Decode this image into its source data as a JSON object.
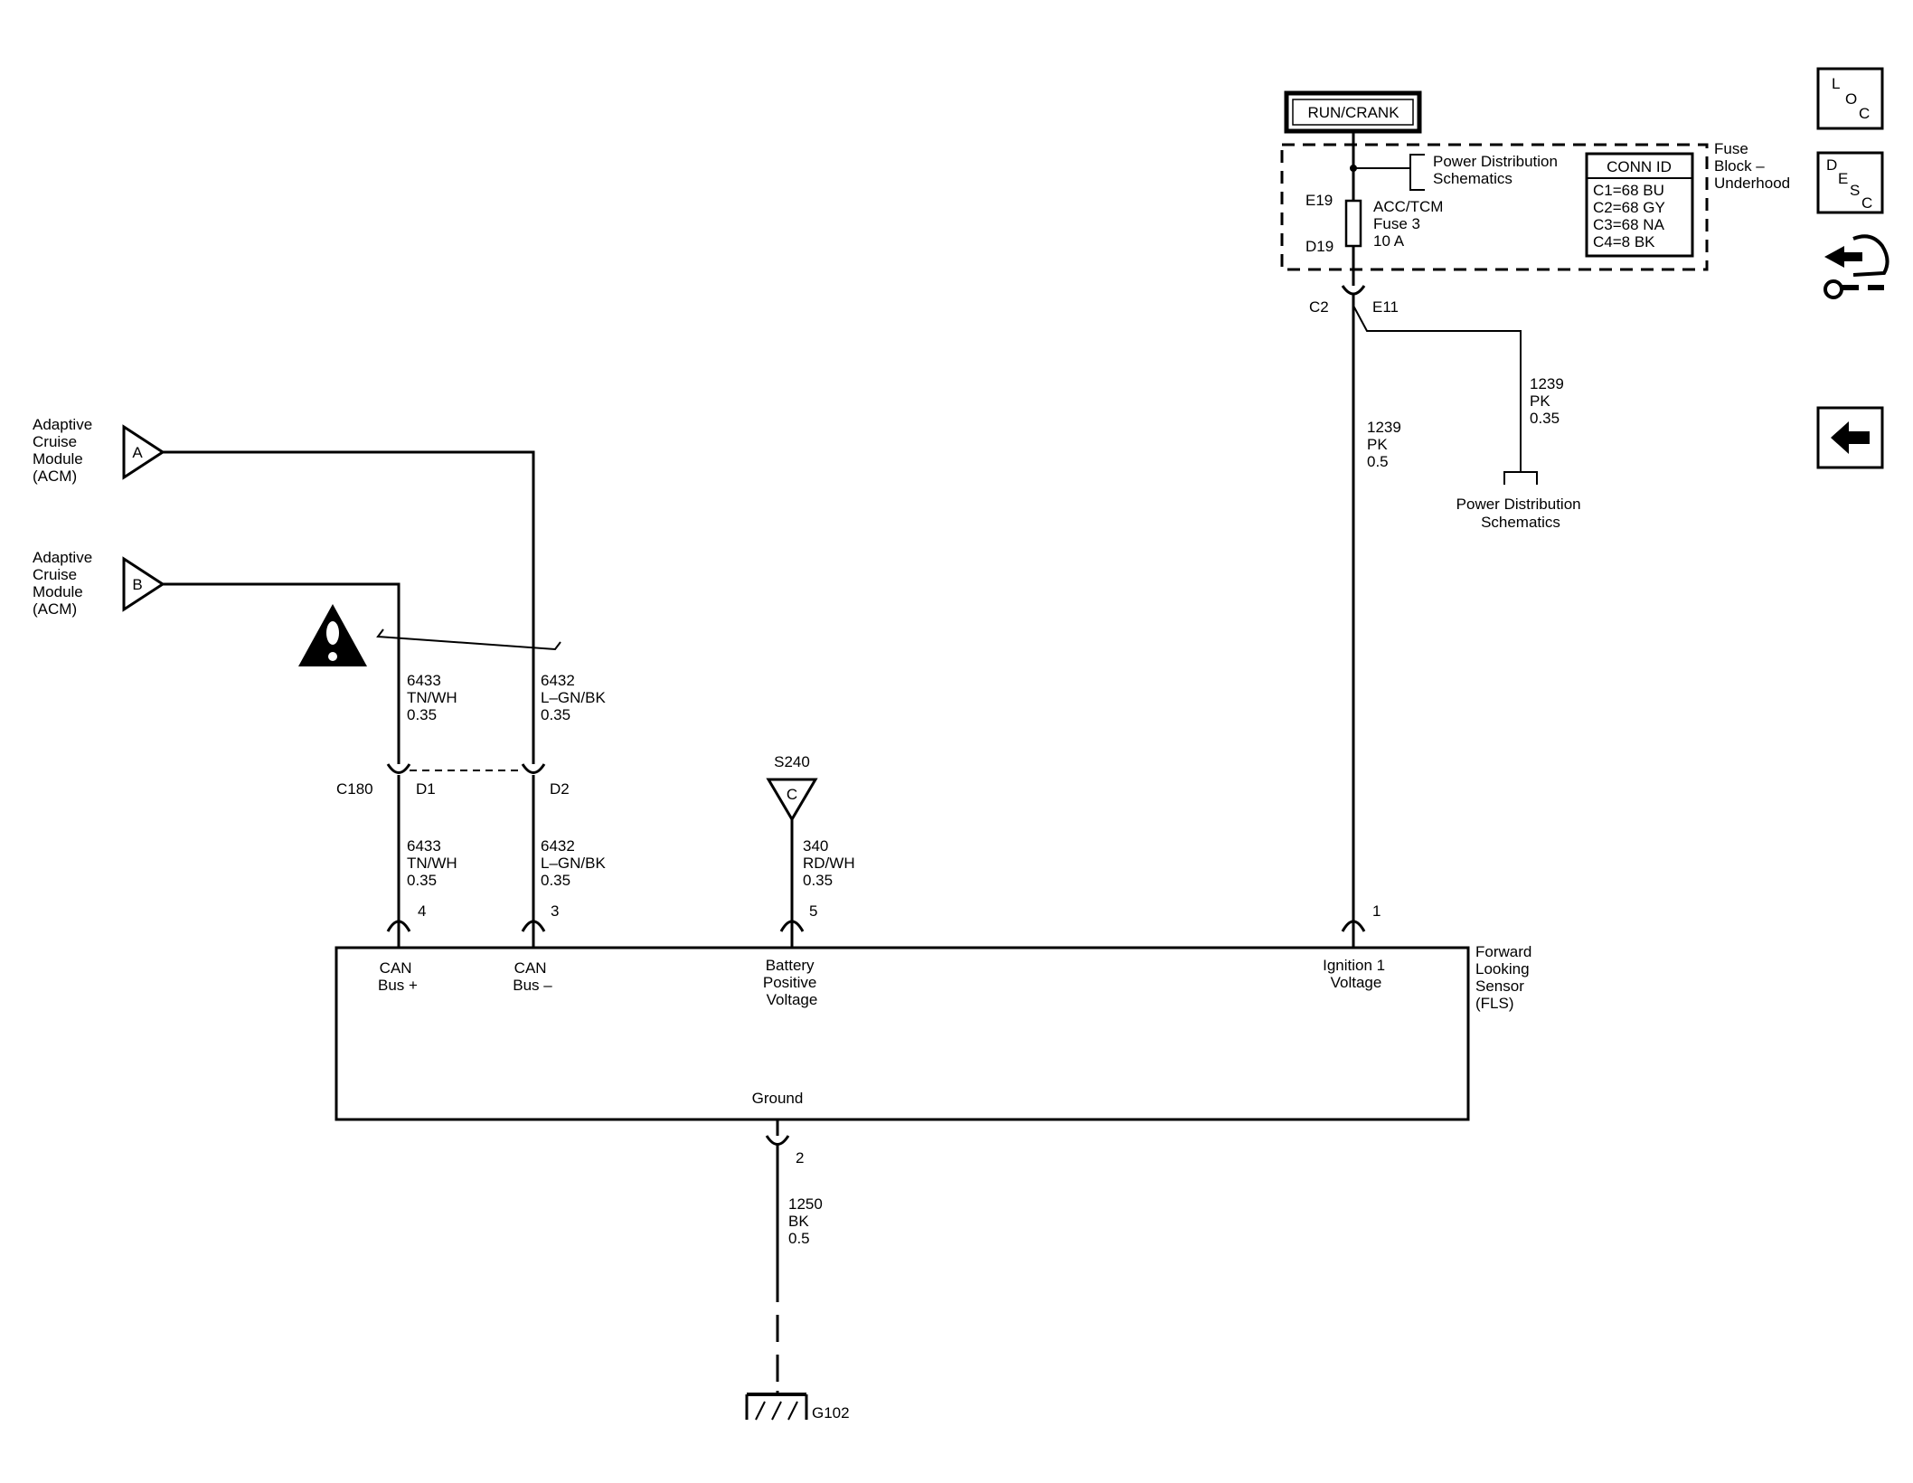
{
  "power_source": "RUN/CRANK",
  "fuse_block": {
    "label_lines": [
      "Fuse",
      "Block –",
      "Underhood"
    ],
    "power_dist_lines": [
      "Power Distribution",
      "Schematics"
    ],
    "fuse_top_pin": "E19",
    "fuse_bottom_pin": "D19",
    "fuse_lines": [
      "ACC/TCM",
      "Fuse 3",
      "10 A"
    ],
    "conn_id": {
      "header": "CONN ID",
      "rows": [
        "C1=68 BU",
        "C2=68 GY",
        "C3=68 NA",
        "C4=8 BK"
      ]
    },
    "out_connector": "C2",
    "out_pin": "E11"
  },
  "ignition_wire": {
    "circuit": "1239",
    "color": "PK",
    "size": "0.5"
  },
  "branch_wire": {
    "circuit": "1239",
    "color": "PK",
    "size": "0.35"
  },
  "branch_dest_lines": [
    "Power Distribution",
    "Schematics"
  ],
  "acm_a": {
    "lines": [
      "Adaptive",
      "Cruise",
      "Module",
      "(ACM)"
    ],
    "letter": "A"
  },
  "acm_b": {
    "lines": [
      "Adaptive",
      "Cruise",
      "Module",
      "(ACM)"
    ],
    "letter": "B"
  },
  "can_plus_upper": {
    "circuit": "6433",
    "color": "TN/WH",
    "size": "0.35"
  },
  "can_minus_upper": {
    "circuit": "6432",
    "color": "L–GN/BK",
    "size": "0.35"
  },
  "inline_connector": {
    "name": "C180",
    "pin_plus": "D1",
    "pin_minus": "D2"
  },
  "can_plus_lower": {
    "circuit": "6433",
    "color": "TN/WH",
    "size": "0.35"
  },
  "can_minus_lower": {
    "circuit": "6432",
    "color": "L–GN/BK",
    "size": "0.35"
  },
  "splice": {
    "name": "S240",
    "letter": "C"
  },
  "battery_wire": {
    "circuit": "340",
    "color": "RD/WH",
    "size": "0.35"
  },
  "module": {
    "name_lines": [
      "Forward",
      "Looking",
      "Sensor",
      "(FLS)"
    ],
    "pins": {
      "can_plus": "4",
      "can_minus": "3",
      "battery": "5",
      "ignition": "1",
      "ground": "2"
    },
    "labels": {
      "can_plus": [
        "CAN",
        "Bus +"
      ],
      "can_minus": [
        "CAN",
        "Bus –"
      ],
      "battery": [
        "Battery",
        "Positive",
        "Voltage"
      ],
      "ignition": [
        "Ignition 1",
        "Voltage"
      ],
      "ground": "Ground"
    }
  },
  "ground_wire": {
    "circuit": "1250",
    "color": "BK",
    "size": "0.5"
  },
  "ground_point": "G102",
  "nav": {
    "loc": [
      "L",
      "O",
      "C"
    ],
    "desc": [
      "D",
      "E",
      "S",
      "C"
    ],
    "back_glyph": "←"
  }
}
